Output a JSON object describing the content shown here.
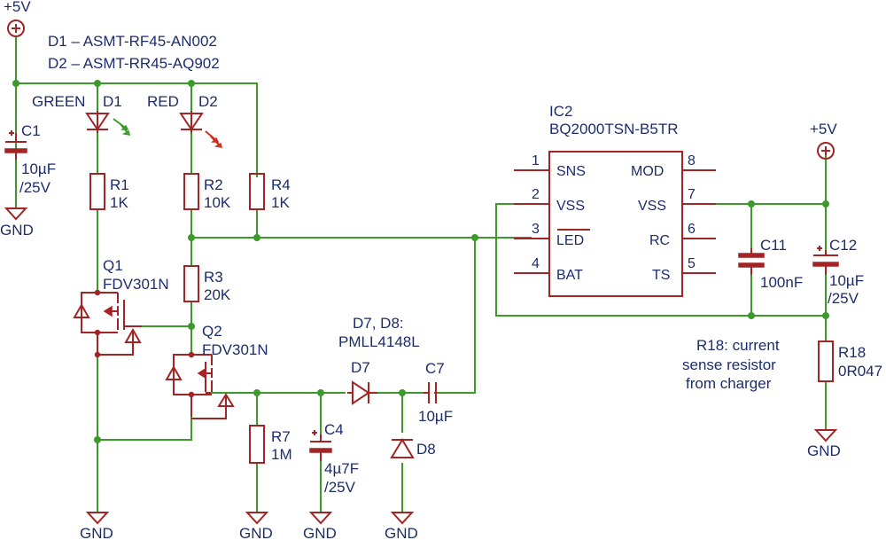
{
  "colors": {
    "wire": "#3c9a2a",
    "part": "#a32424",
    "text": "#1d2c6b",
    "led_green": "#3c9a2a",
    "led_red": "#d03020"
  },
  "notes": {
    "d1": "D1 – ASMT-RF45-AN002",
    "d2": "D2 – ASMT-RR45-AQ902",
    "r18": [
      "R18: current",
      "sense resistor",
      "from charger"
    ]
  },
  "power": {
    "vcc": "+5V",
    "gnd": "GND"
  },
  "parts": {
    "c1": {
      "ref": "C1",
      "value": "10µF",
      "rating": "/25V"
    },
    "d1": {
      "ref": "D1",
      "color": "GREEN"
    },
    "d2": {
      "ref": "D2",
      "color": "RED"
    },
    "r1": {
      "ref": "R1",
      "value": "1K"
    },
    "r2": {
      "ref": "R2",
      "value": "10K"
    },
    "r3": {
      "ref": "R3",
      "value": "20K"
    },
    "r4": {
      "ref": "R4",
      "value": "1K"
    },
    "q1": {
      "ref": "Q1",
      "value": "FDV301N"
    },
    "q2": {
      "ref": "Q2",
      "value": "FDV301N"
    },
    "r7": {
      "ref": "R7",
      "value": "1M"
    },
    "c4": {
      "ref": "C4",
      "value": "4µ7F",
      "rating": "/25V"
    },
    "d7d8": {
      "ref": "D7, D8:",
      "value": "PMLL4148L"
    },
    "d7": {
      "ref": "D7"
    },
    "d8": {
      "ref": "D8"
    },
    "c7": {
      "ref": "C7",
      "value": "10µF"
    },
    "ic2": {
      "ref": "IC2",
      "value": "BQ2000TSN-B5TR",
      "pins_left": [
        {
          "num": "1",
          "name": "SNS"
        },
        {
          "num": "2",
          "name": "VSS"
        },
        {
          "num": "3",
          "name": "LED"
        },
        {
          "num": "4",
          "name": "BAT"
        }
      ],
      "pins_right": [
        {
          "num": "8",
          "name": "MOD"
        },
        {
          "num": "7",
          "name": "VSS"
        },
        {
          "num": "6",
          "name": "RC"
        },
        {
          "num": "5",
          "name": "TS"
        }
      ]
    },
    "c11": {
      "ref": "C11",
      "value": "100nF"
    },
    "c12": {
      "ref": "C12",
      "value": "10µF",
      "rating": "/25V"
    },
    "r18": {
      "ref": "R18",
      "value": "0R047"
    }
  }
}
